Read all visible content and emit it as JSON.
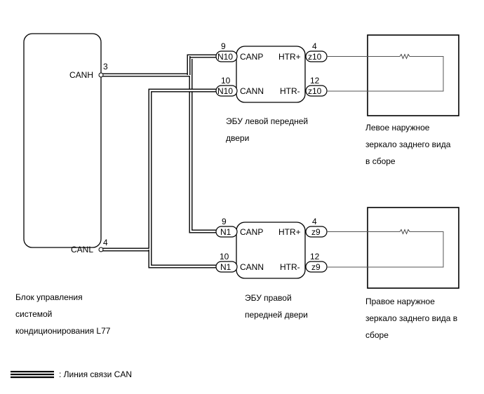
{
  "diagram": {
    "ac_unit": {
      "caption_lines": [
        "Блок управления",
        "системой",
        "кондиционирования L77"
      ],
      "pins": [
        {
          "name": "CANH",
          "number": "3"
        },
        {
          "name": "CANL",
          "number": "4"
        }
      ]
    },
    "left_door_ecu": {
      "caption_lines": [
        "ЭБУ левой передней",
        "двери"
      ],
      "can_connector": "N10",
      "htr_connector": "z10",
      "pins": [
        {
          "name": "CANP",
          "number": "9"
        },
        {
          "name": "CANN",
          "number": "10"
        },
        {
          "name": "HTR+",
          "number": "4"
        },
        {
          "name": "HTR-",
          "number": "12"
        }
      ]
    },
    "right_door_ecu": {
      "caption_lines": [
        "ЭБУ правой",
        "передней двери"
      ],
      "can_connector": "N1",
      "htr_connector": "z9",
      "pins": [
        {
          "name": "CANP",
          "number": "9"
        },
        {
          "name": "CANN",
          "number": "10"
        },
        {
          "name": "HTR+",
          "number": "4"
        },
        {
          "name": "HTR-",
          "number": "12"
        }
      ]
    },
    "left_mirror": {
      "caption_lines": [
        "Левое наружное",
        "зеркало заднего вида",
        "в сборе"
      ]
    },
    "right_mirror": {
      "caption_lines": [
        "Правое наружное",
        "зеркало заднего вида в",
        "сборе"
      ]
    },
    "legend": {
      "label": ": Линия связи CAN"
    }
  }
}
